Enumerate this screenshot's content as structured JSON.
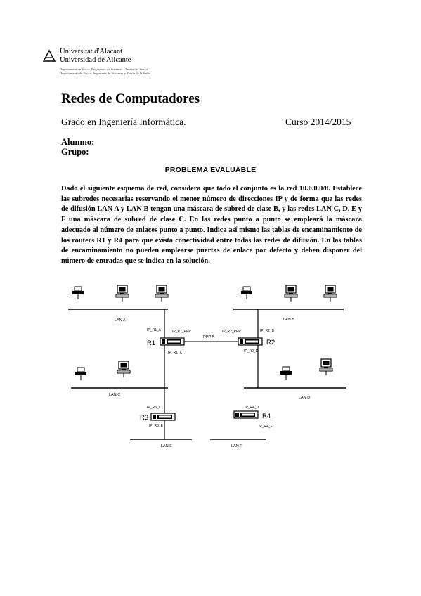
{
  "header": {
    "university_line1": "Universitat d'Alacant",
    "university_line2": "Universidad de Alicante",
    "department_line1": "Departament de Física, Enginyeria de Sistemes i Teoria del Senyal",
    "department_line2": "Departamento de Física, Ingeniería de Sistemas y Teoría de la Señal"
  },
  "title": "Redes de Computadores",
  "degree": "Grado en Ingeniería Informática.",
  "course": "Curso 2014/2015",
  "student_label": "Alumno:",
  "group_label": "Grupo:",
  "section_title": "PROBLEMA EVALUABLE",
  "problem_text": "Dado el siguiente esquema de red, considera que todo el conjunto es la red 10.0.0.0/8. Establece las subredes necesarias reservando el menor número de direcciones IP y de forma que las redes de difusión LAN A y LAN B tengan una máscara de subred de clase B, y las redes LAN C, D, E y F una máscara de subred de clase C. En las redes punto a punto se empleará la máscara adecuado al número de enlaces punto a punto. Indica así mismo las tablas de encaminamiento de los routers R1 y R4 para que exista conectividad entre todas las redes de difusión. En las tablas de encaminamiento no pueden emplearse puertas de enlace por defecto y deben disponer del número de entradas que se indica en la solución.",
  "diagram": {
    "lan_a": "LAN A",
    "lan_b": "LAN B",
    "lan_c": "LAN C",
    "lan_d": "LAN D",
    "lan_e": "LAN E",
    "lan_f": "LAN F",
    "r1": "R1",
    "r2": "R2",
    "r3": "R3",
    "r4": "R4",
    "ppp_a": "PPP A",
    "ip_r1_a": "IP_R1_A",
    "ip_r1_ppp": "IP_R1_PPP",
    "ip_r2_ppp": "IP_R2_PPP",
    "ip_r2_b": "IP_R2_B",
    "ip_r1_c": "IP_R1_C",
    "ip_r2_d": "IP_R2_D",
    "ip_r3_c": "IP_R3_C",
    "ip_r3_e": "IP_R3_E",
    "ip_r4_d": "IP_R4_D",
    "ip_r4_f": "IP_R4_F"
  }
}
